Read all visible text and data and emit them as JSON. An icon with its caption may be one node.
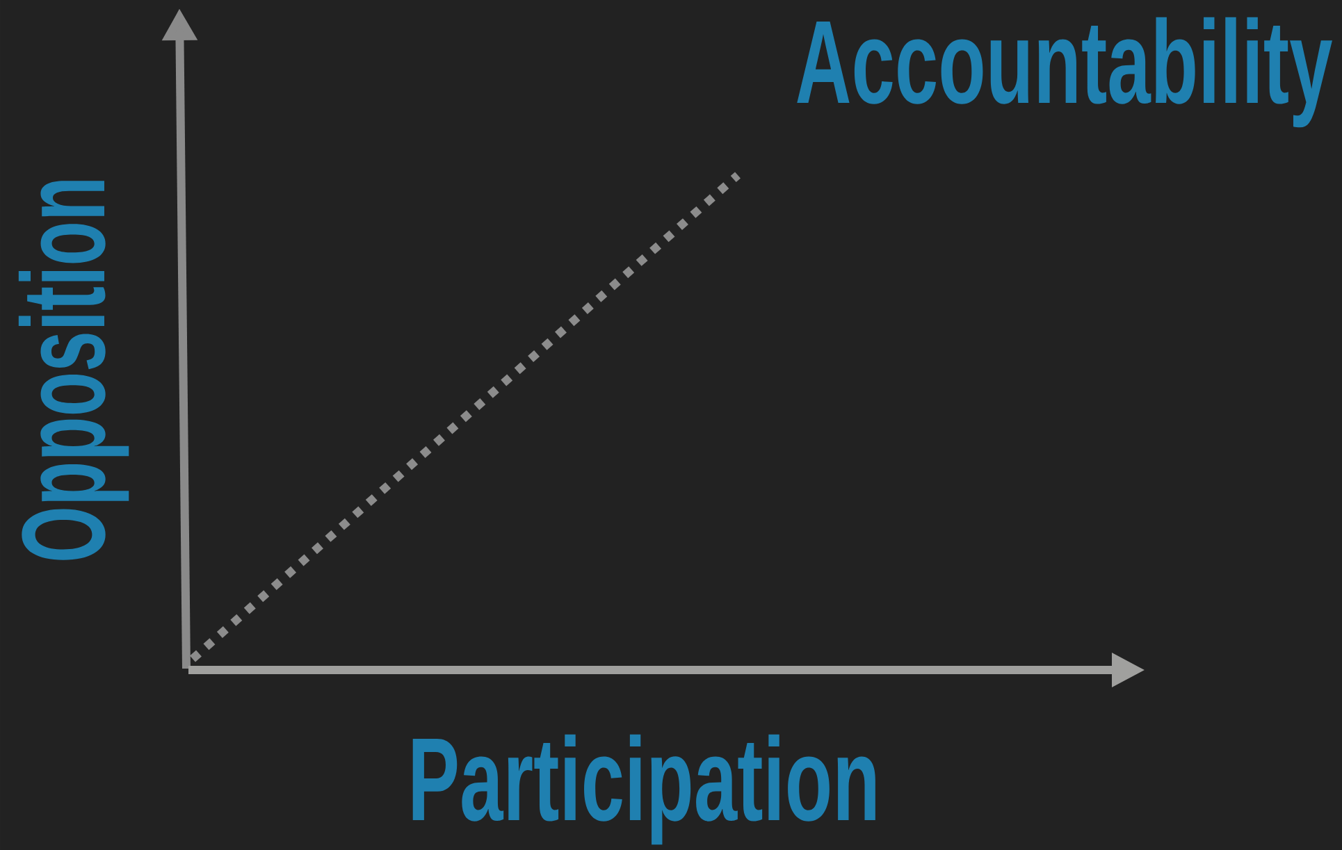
{
  "diagram": {
    "labels": [
      "Accountability",
      "Opposition",
      "Participation"
    ]
  }
}
